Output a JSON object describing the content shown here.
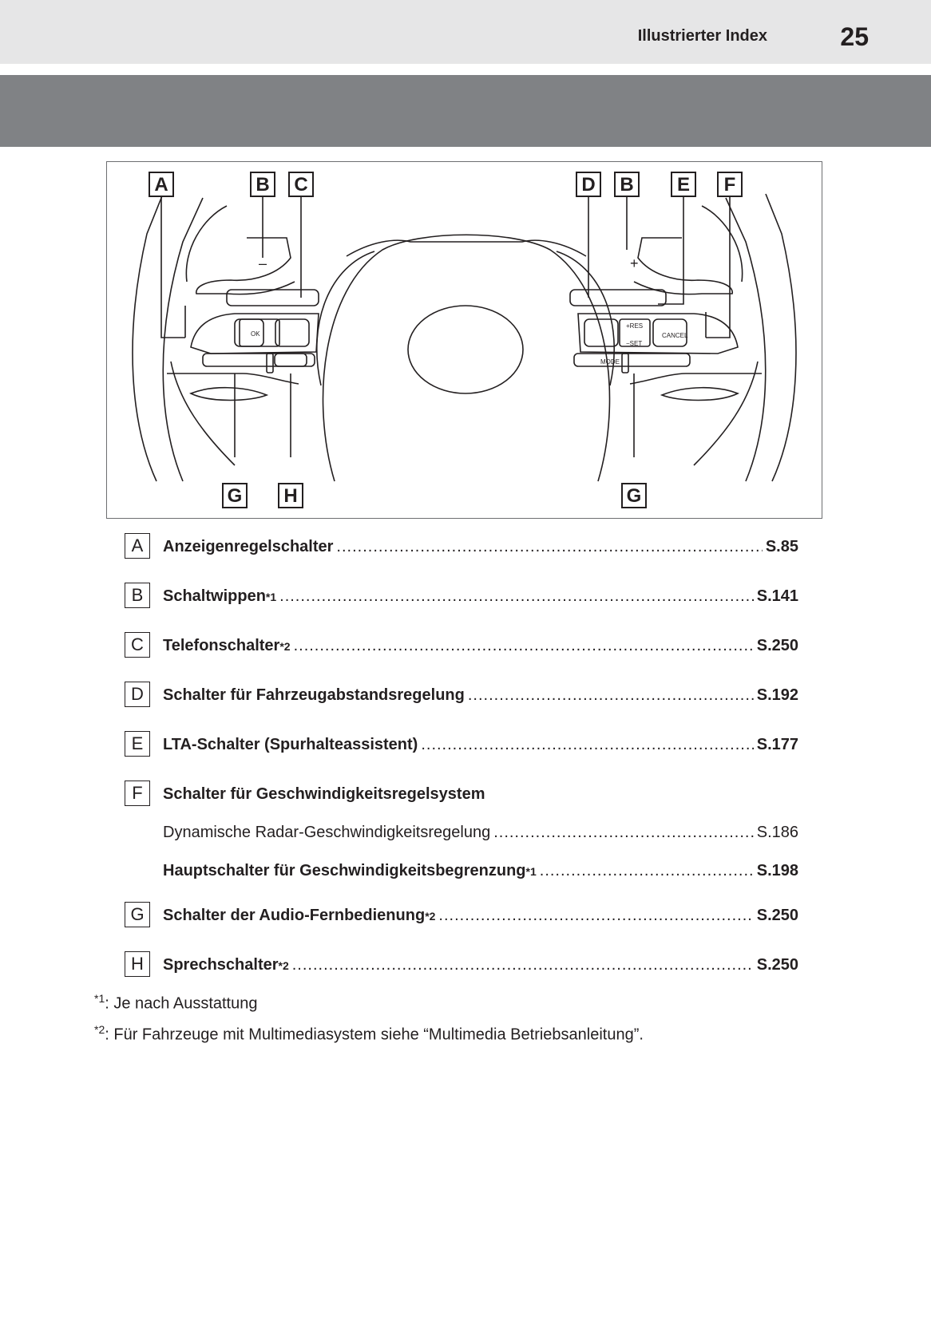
{
  "header": {
    "section_title": "Illustrierter Index",
    "page_number": "25"
  },
  "figure": {
    "callouts": [
      "A",
      "B",
      "C",
      "D",
      "B",
      "E",
      "F",
      "G",
      "H",
      "G"
    ],
    "switch_labels": {
      "ok": "OK",
      "mode": "MODE",
      "cancel": "CANCEL",
      "res": "+RES",
      "set": "−SET"
    }
  },
  "items": [
    {
      "letter": "A",
      "label": "Anzeigenregelschalter",
      "sup": "",
      "page": "S.85"
    },
    {
      "letter": "B",
      "label": "Schaltwippen",
      "sup": "*1",
      "page": "S.141"
    },
    {
      "letter": "C",
      "label": "Telefonschalter",
      "sup": "*2",
      "page": "S.250"
    },
    {
      "letter": "D",
      "label": "Schalter für Fahrzeugabstandsregelung",
      "sup": "",
      "page": "S.192"
    },
    {
      "letter": "E",
      "label": "LTA-Schalter (Spurhalteassistent)",
      "sup": "",
      "page": "S.177"
    },
    {
      "letter": "F",
      "label": "Schalter für Geschwindigkeitsregelsystem",
      "sup": "",
      "page": ""
    },
    {
      "letter": "G",
      "label": "Schalter der Audio-Fernbedienung",
      "sup": "*2",
      "page": "S.250"
    },
    {
      "letter": "H",
      "label": "Sprechschalter",
      "sup": "*2",
      "page": "S.250"
    }
  ],
  "subitems": [
    {
      "label": "Dynamische Radar-Geschwindigkeitsregelung",
      "sup": "",
      "page": "S.186"
    },
    {
      "label": "Hauptschalter für Geschwindigkeitsbegrenzung",
      "sup": "*1",
      "page": "S.198"
    }
  ],
  "footnotes": [
    {
      "mark": "*1",
      "text": ": Je nach Ausstattung"
    },
    {
      "mark": "*2",
      "text": ": Für Fahrzeuge mit Multimediasystem siehe “Multimedia Betriebsanleitung”."
    }
  ]
}
